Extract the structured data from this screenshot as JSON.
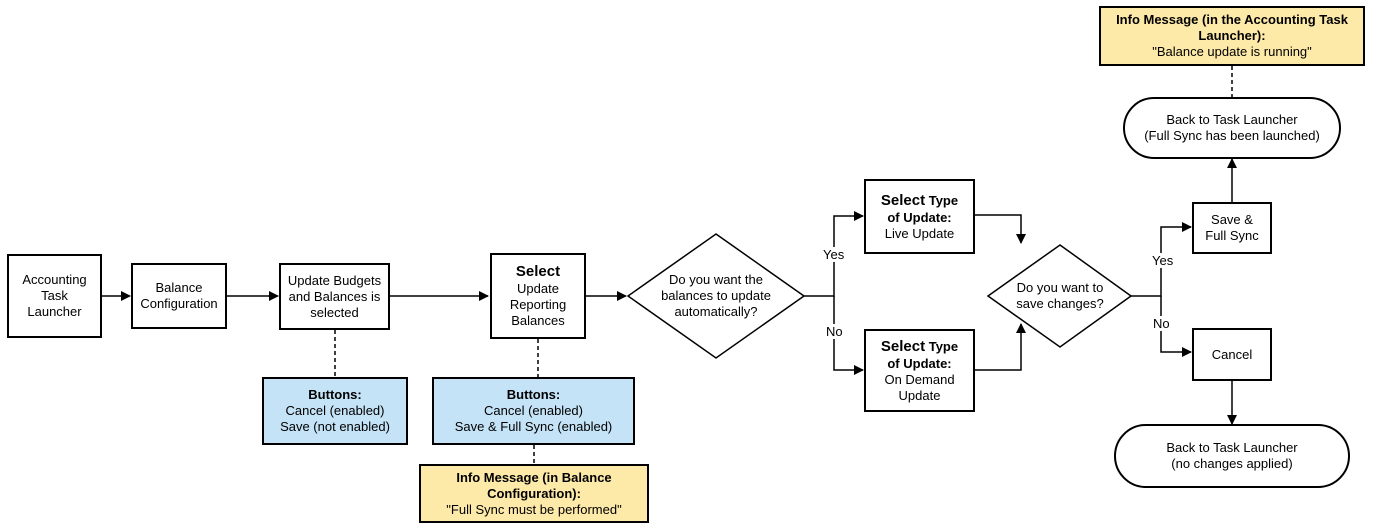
{
  "nodes": {
    "accounting_task_launcher": [
      "Accounting",
      "Task",
      "Launcher"
    ],
    "balance_configuration": [
      "Balance",
      "Configuration"
    ],
    "update_budgets": [
      "Update Budgets",
      "and Balances is",
      "selected"
    ],
    "select_update_reporting": {
      "bold": "Select",
      "lines": [
        "Update",
        "Reporting",
        "Balances"
      ]
    },
    "question_auto": [
      "Do you want the",
      "balances to update",
      "automatically?"
    ],
    "select_live": {
      "bold": "Select",
      "bold2": "Type",
      "line2": "of Update:",
      "line3": "Live Update"
    },
    "select_on_demand": {
      "bold": "Select",
      "bold2": "Type",
      "line2": "of Update:",
      "line3": "On Demand",
      "line4": "Update"
    },
    "question_save": [
      "Do you want to",
      "save changes?"
    ],
    "save_full_sync": [
      "Save &",
      "Full Sync"
    ],
    "cancel": "Cancel",
    "back_launched": [
      "Back to Task Launcher",
      "(Full Sync has been launched)"
    ],
    "back_no_changes": [
      "Back to Task Launcher",
      "(no changes applied)"
    ]
  },
  "notes": {
    "buttons_1": {
      "title": "Buttons:",
      "lines": [
        "Cancel (enabled)",
        "Save (not enabled)"
      ]
    },
    "buttons_2": {
      "title": "Buttons:",
      "lines": [
        "Cancel (enabled)",
        "Save & Full Sync (enabled)"
      ]
    },
    "info_balance_config": {
      "title": [
        "Info Message (in Balance",
        "Configuration):"
      ],
      "message": "\"Full Sync must be performed\""
    },
    "info_task_launcher": {
      "title": [
        "Info Message (in the Accounting Task",
        "Launcher):"
      ],
      "message": "\"Balance update is running\""
    }
  },
  "edge_labels": {
    "yes_1": "Yes",
    "no_1": "No",
    "yes_2": "Yes",
    "no_2": "No"
  },
  "colors": {
    "note_blue": "#c5e3f6",
    "note_yellow": "#fde9a8",
    "stroke": "#000000"
  }
}
